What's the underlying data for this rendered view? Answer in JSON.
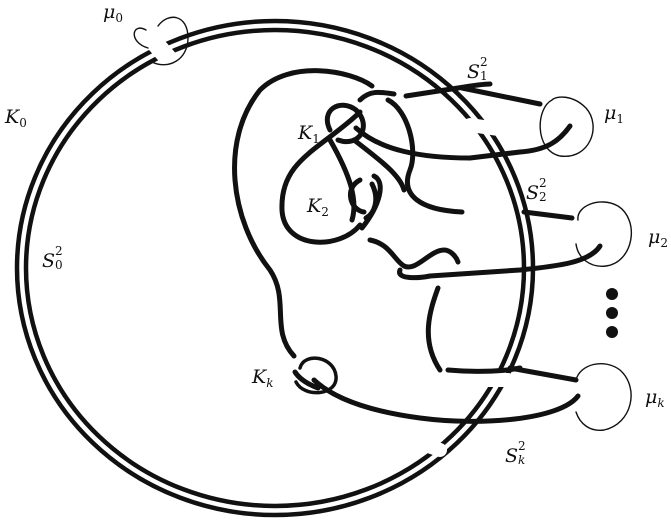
{
  "labels": {
    "mu0": {
      "base": "μ",
      "sub": "0"
    },
    "K0": {
      "base": "K",
      "sub": "0"
    },
    "S0": {
      "base": "S",
      "sup": "2",
      "sub": "0"
    },
    "S1": {
      "base": "S",
      "sup": "2",
      "sub": "1"
    },
    "mu1": {
      "base": "μ",
      "sub": "1"
    },
    "K1": {
      "base": "K",
      "sub": "1"
    },
    "S2": {
      "base": "S",
      "sup": "2",
      "sub": "2"
    },
    "K2": {
      "base": "K",
      "sub": "2"
    },
    "mu2": {
      "base": "μ",
      "sub": "2"
    },
    "Kk": {
      "base": "K",
      "sub": "k"
    },
    "muk": {
      "base": "μ",
      "sub": "k"
    },
    "Sk": {
      "base": "S",
      "sup": "2",
      "sub": "k"
    }
  },
  "colors": {
    "stroke": "#111111",
    "background": "#ffffff"
  }
}
